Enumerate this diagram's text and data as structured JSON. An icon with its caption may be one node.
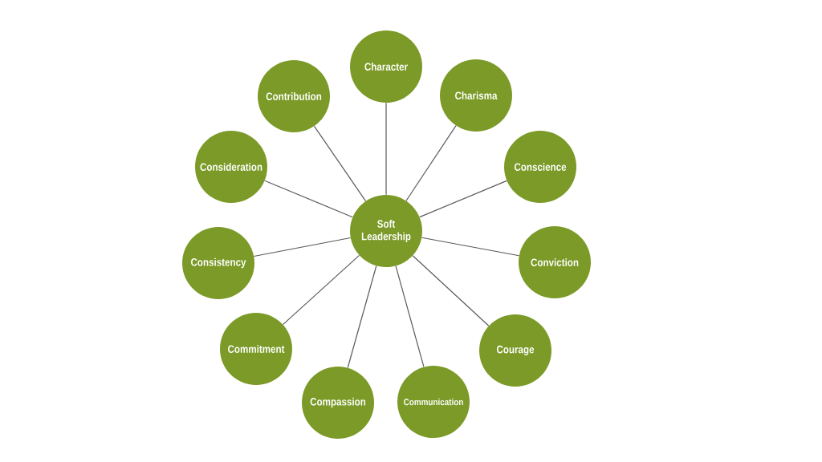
{
  "diagram": {
    "nodes": [
      {
        "text": [
          "Soft Leadership"
        ]
      },
      {
        "text": [
          "Character"
        ]
      },
      {
        "text": [
          "Charisma"
        ]
      },
      {
        "text": [
          "Conscience"
        ]
      },
      {
        "text": [
          "Conviction"
        ]
      },
      {
        "text": [
          "Courage"
        ]
      },
      {
        "text": [
          "Communication"
        ]
      },
      {
        "text": [
          "Compassion"
        ]
      },
      {
        "text": [
          "Commitment"
        ]
      },
      {
        "text": [
          "Consistency"
        ]
      },
      {
        "text": [
          "Consideration"
        ]
      },
      {
        "text": [
          "Contribution"
        ]
      }
    ],
    "edges": [
      {
        "from": 0,
        "to": 1,
        "arrow": "none"
      },
      {
        "from": 0,
        "to": 2,
        "arrow": "none"
      },
      {
        "from": 0,
        "to": 3,
        "arrow": "none"
      },
      {
        "from": 0,
        "to": 4,
        "arrow": "none"
      },
      {
        "from": 0,
        "to": 5,
        "arrow": "none"
      },
      {
        "from": 0,
        "to": 6,
        "arrow": "none"
      },
      {
        "from": 0,
        "to": 7,
        "arrow": "none"
      },
      {
        "from": 0,
        "to": 8,
        "arrow": "none"
      },
      {
        "from": 0,
        "to": 9,
        "arrow": "none"
      },
      {
        "from": 0,
        "to": 10,
        "arrow": "none"
      },
      {
        "from": 0,
        "to": 11,
        "arrow": "none"
      }
    ]
  }
}
